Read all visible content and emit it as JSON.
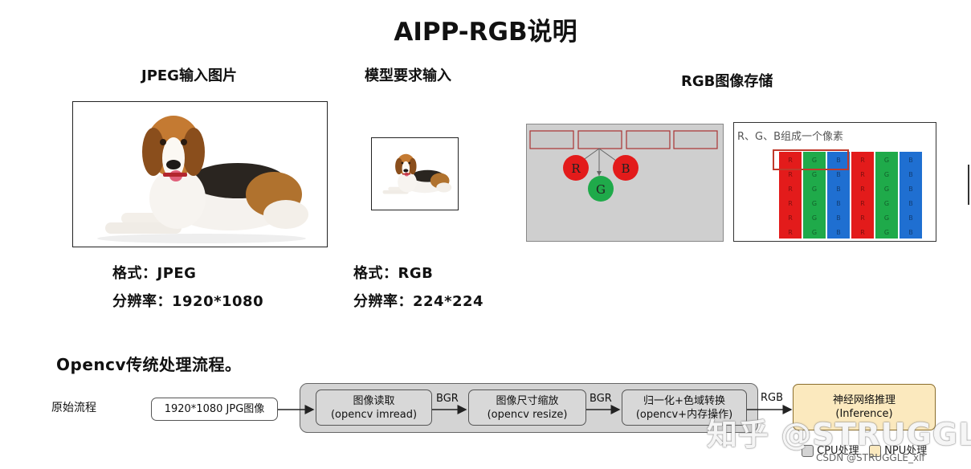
{
  "title": "AIPP-RGB说明",
  "columns": {
    "jpeg": {
      "heading": "JPEG输入图片",
      "format_line": "格式：JPEG",
      "resolution_line": "分辨率：1920*1080"
    },
    "model": {
      "heading": "模型要求输入",
      "format_line": "格式：RGB",
      "resolution_line": "分辨率：224*224"
    },
    "rgb": {
      "heading": "RGB图像存储",
      "pixel_caption": "R、G、B组成一个像素"
    }
  },
  "rgb_diagram": {
    "channels": [
      "R",
      "G",
      "B"
    ],
    "colors": {
      "red": "#e31b1b",
      "green": "#1faa4a",
      "blue": "#1f6fd1"
    }
  },
  "pipeline": {
    "heading": "Opencv传统处理流程。",
    "row_label": "原始流程",
    "input_box": "1920*1080 JPG图像",
    "steps": [
      {
        "line1": "图像读取",
        "line2": "(opencv imread)"
      },
      {
        "line1": "图像尺寸缩放",
        "line2": "(opencv resize)"
      },
      {
        "line1": "归一化+色域转换",
        "line2": "(opencv+内存操作)"
      }
    ],
    "edge_labels": [
      "BGR",
      "BGR",
      "RGB"
    ],
    "final": {
      "line1": "神经网络推理",
      "line2": "(Inference)"
    },
    "legend": {
      "cpu": "CPU处理",
      "npu": "NPU处理"
    }
  },
  "watermarks": {
    "zhihu": "知乎 @STRUGGLE",
    "csdn": "CSDN @STRUGGLE_xlf"
  }
}
